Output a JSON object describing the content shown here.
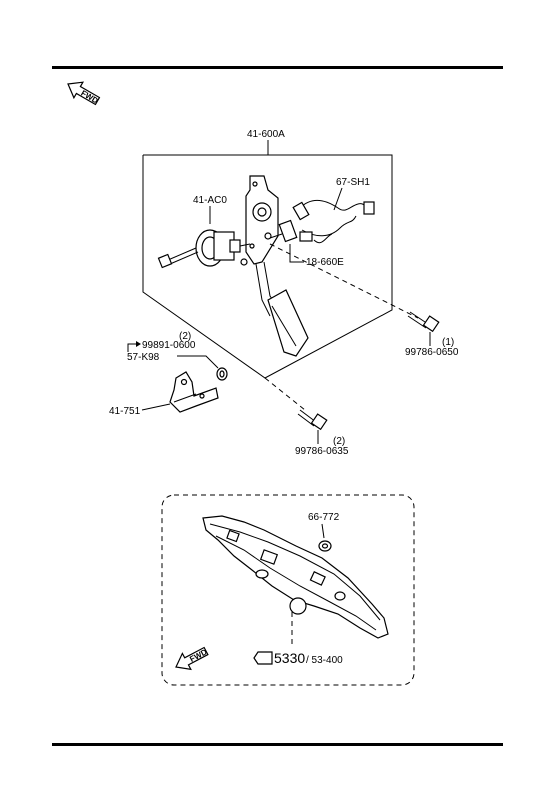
{
  "fwd_label": "FWD",
  "labels": {
    "assembly": "41-600A",
    "sensor": "41-AC0",
    "harness": "67-SH1",
    "clip": "18-660E",
    "bolt_right": "99786-0650",
    "bolt_right_qty": "(1)",
    "nut_left": "99891-0600",
    "nut_left_qty": "(2)",
    "clip_left": "57-K98",
    "bracket": "41-751",
    "bolt_bottom": "99786-0635",
    "bolt_bottom_qty": "(2)",
    "grommet": "66-772",
    "ref_main": "5330",
    "ref_sub": "/ 53-400"
  }
}
